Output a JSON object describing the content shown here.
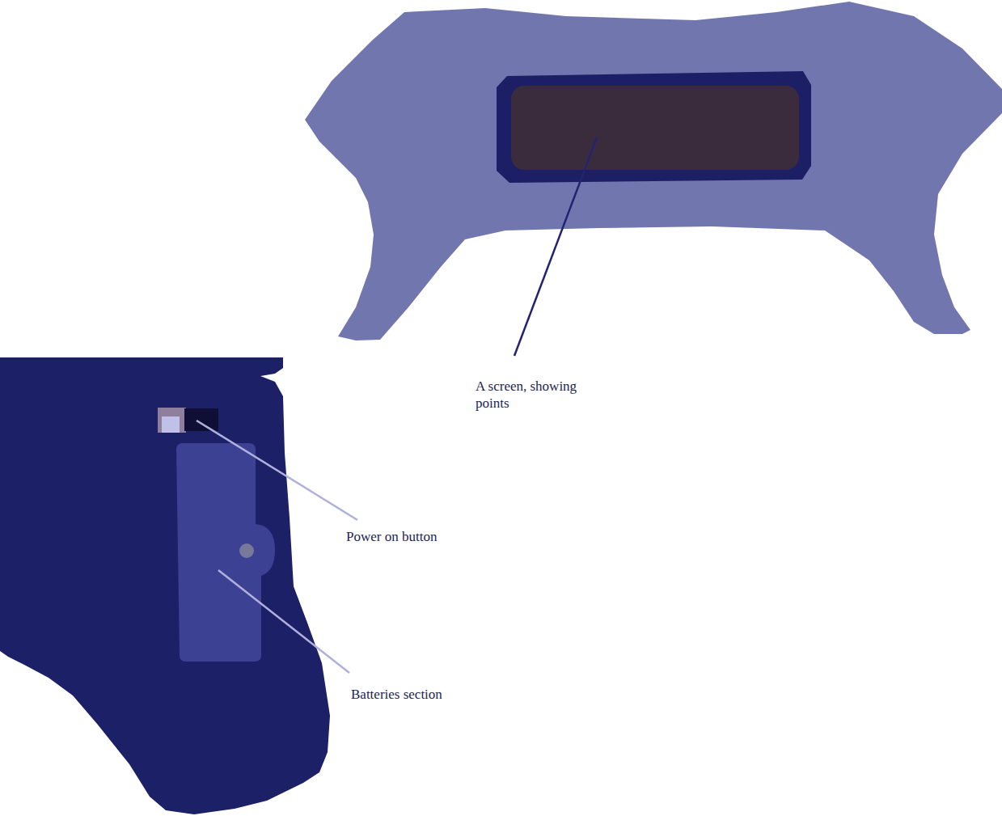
{
  "diagram": {
    "labels": [
      "A screen, showing points",
      "Power on button",
      "Batteries section"
    ]
  }
}
